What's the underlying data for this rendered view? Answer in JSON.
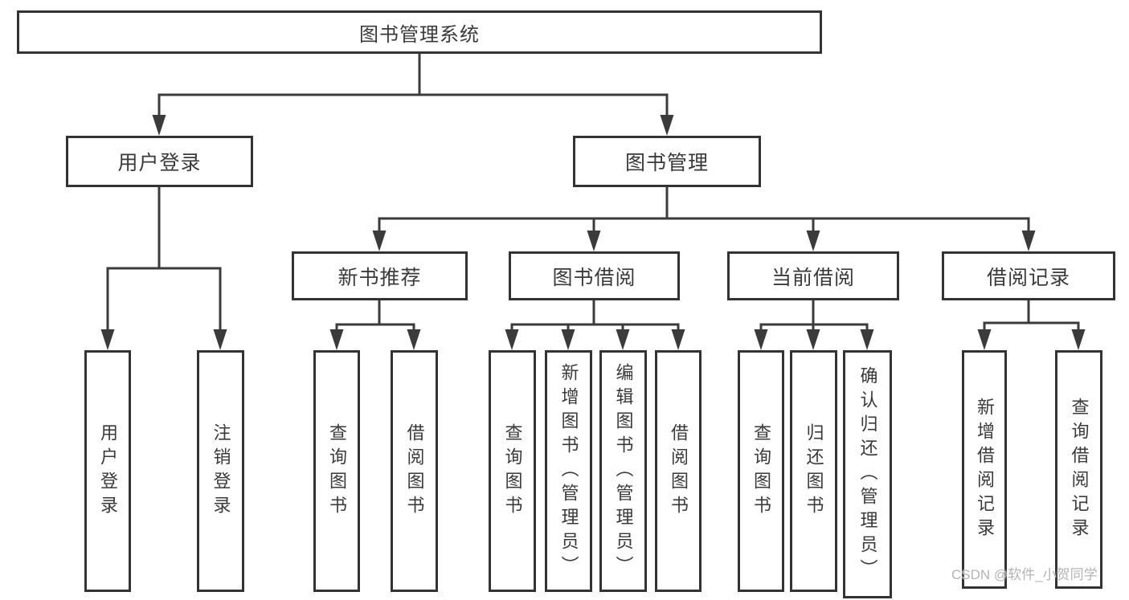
{
  "diagram": {
    "root": {
      "label": "图书管理系统"
    },
    "branches": {
      "user_login": {
        "label": "用户登录",
        "children": {
          "login": {
            "label": "用户登录"
          },
          "logout": {
            "label": "注销登录"
          }
        }
      },
      "book_management": {
        "label": "图书管理",
        "children": {
          "new_book_recommend": {
            "label": "新书推荐",
            "children": {
              "query_books": {
                "label": "查询图书"
              },
              "borrow_books": {
                "label": "借阅图书"
              }
            }
          },
          "book_borrow": {
            "label": "图书借阅",
            "children": {
              "query_books": {
                "label": "查询图书"
              },
              "add_books": {
                "label": "新增图书（管理员）"
              },
              "edit_books": {
                "label": "编辑图书（管理员）"
              },
              "borrow_books": {
                "label": "借阅图书"
              }
            }
          },
          "current_borrow": {
            "label": "当前借阅",
            "children": {
              "query_books": {
                "label": "查询图书"
              },
              "return_books": {
                "label": "归还图书"
              },
              "confirm_return": {
                "label": "确认归还（管理员）"
              }
            }
          },
          "borrow_records": {
            "label": "借阅记录",
            "children": {
              "add_borrow_record": {
                "label": "新增借阅记录"
              },
              "query_borrow_record": {
                "label": "查询借阅记录"
              }
            }
          }
        }
      }
    }
  },
  "watermark": {
    "text": "CSDN @软件_小贺同学"
  },
  "colors": {
    "background": "#ffffff",
    "line": "#3b3b3b",
    "box_border": "#333333",
    "text": "#3a3a3a",
    "watermark": "#b4b4b4"
  }
}
